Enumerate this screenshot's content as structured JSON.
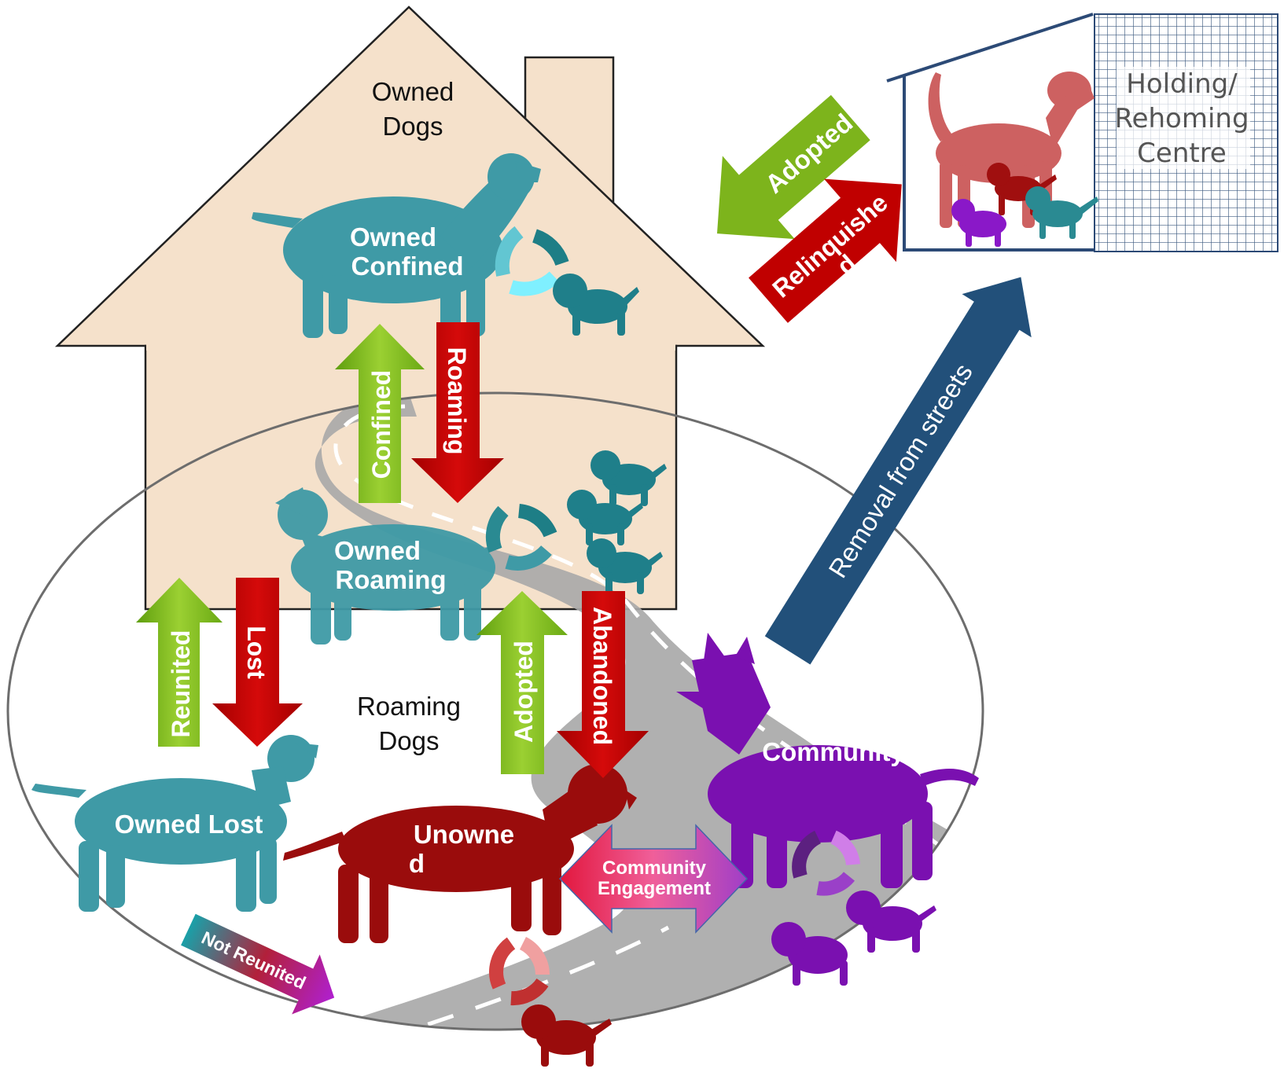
{
  "house": {
    "title_line1": "Owned",
    "title_line2": "Dogs",
    "fill_color": "#f5e1cb"
  },
  "roaming_area": {
    "title_line1": "Roaming",
    "title_line2": "Dogs"
  },
  "centre": {
    "label_line1": "Holding/",
    "label_line2": "Rehoming",
    "label_line3": "Centre"
  },
  "populations": {
    "owned_confined_line1": "Owned",
    "owned_confined_line2": "Confined",
    "owned_roaming_line1": "Owned",
    "owned_roaming_line2": "Roaming",
    "owned_lost": "Owned Lost",
    "unowned_line1": "Unowne",
    "unowned_line2": "d",
    "community": "Community"
  },
  "transitions": {
    "confined": "Confined",
    "roaming": "Roaming",
    "reunited": "Reunited",
    "lost": "Lost",
    "adopted_inner": "Adopted",
    "abandoned": "Abandoned",
    "adopted_centre": "Adopted",
    "relinquished_line1": "Relinquishe",
    "relinquished_line2": "d",
    "removal": "Removal from streets",
    "not_reunited": "Not Reunited",
    "engagement_line1": "Community",
    "engagement_line2": "Engagement"
  },
  "colors": {
    "teal_dog": "#3f9aa6",
    "red_dog": "#9a0c0c",
    "purple_dog": "#7a10b0",
    "green_arrow": "#7db41c",
    "red_arrow": "#c00000",
    "navy_arrow": "#22507a",
    "road": "#a9a9a9"
  }
}
